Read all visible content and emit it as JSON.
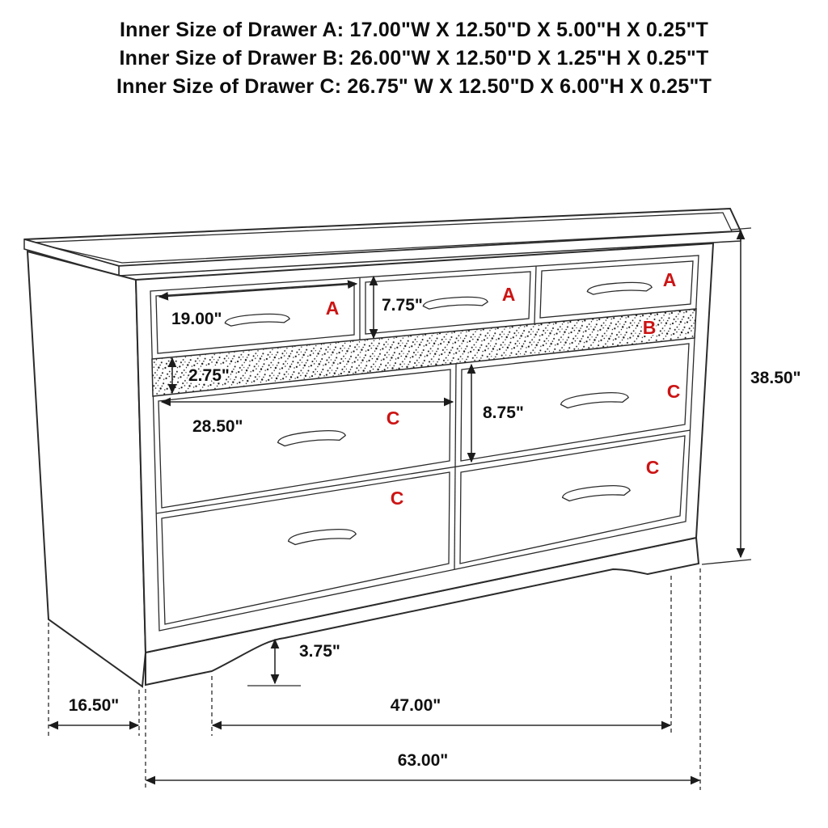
{
  "header": {
    "lines": [
      "Inner Size of Drawer A: 17.00\"W X 12.50\"D X 5.00\"H X 0.25\"T",
      "Inner Size of Drawer B: 26.00\"W X 12.50\"D X 1.25\"H X 0.25\"T",
      "Inner Size of Drawer C: 26.75\" W X 12.50\"D X 6.00\"H X 0.25\"T"
    ]
  },
  "diagram": {
    "labels": {
      "drawer_a": "A",
      "drawer_b": "B",
      "drawer_c": "C"
    },
    "dimensions": {
      "drawer_a_width": "19.00\"",
      "drawer_a_height": "7.75\"",
      "drawer_b_height": "2.75\"",
      "drawer_c_width": "28.50\"",
      "drawer_c_height": "8.75\"",
      "overall_height": "38.50\"",
      "foot_clearance": "3.75\"",
      "side_depth": "16.50\"",
      "feet_spacing": "47.00\"",
      "overall_width": "63.00\""
    },
    "colors": {
      "label_red": "#cc1414",
      "line": "#2b2b2b"
    }
  }
}
